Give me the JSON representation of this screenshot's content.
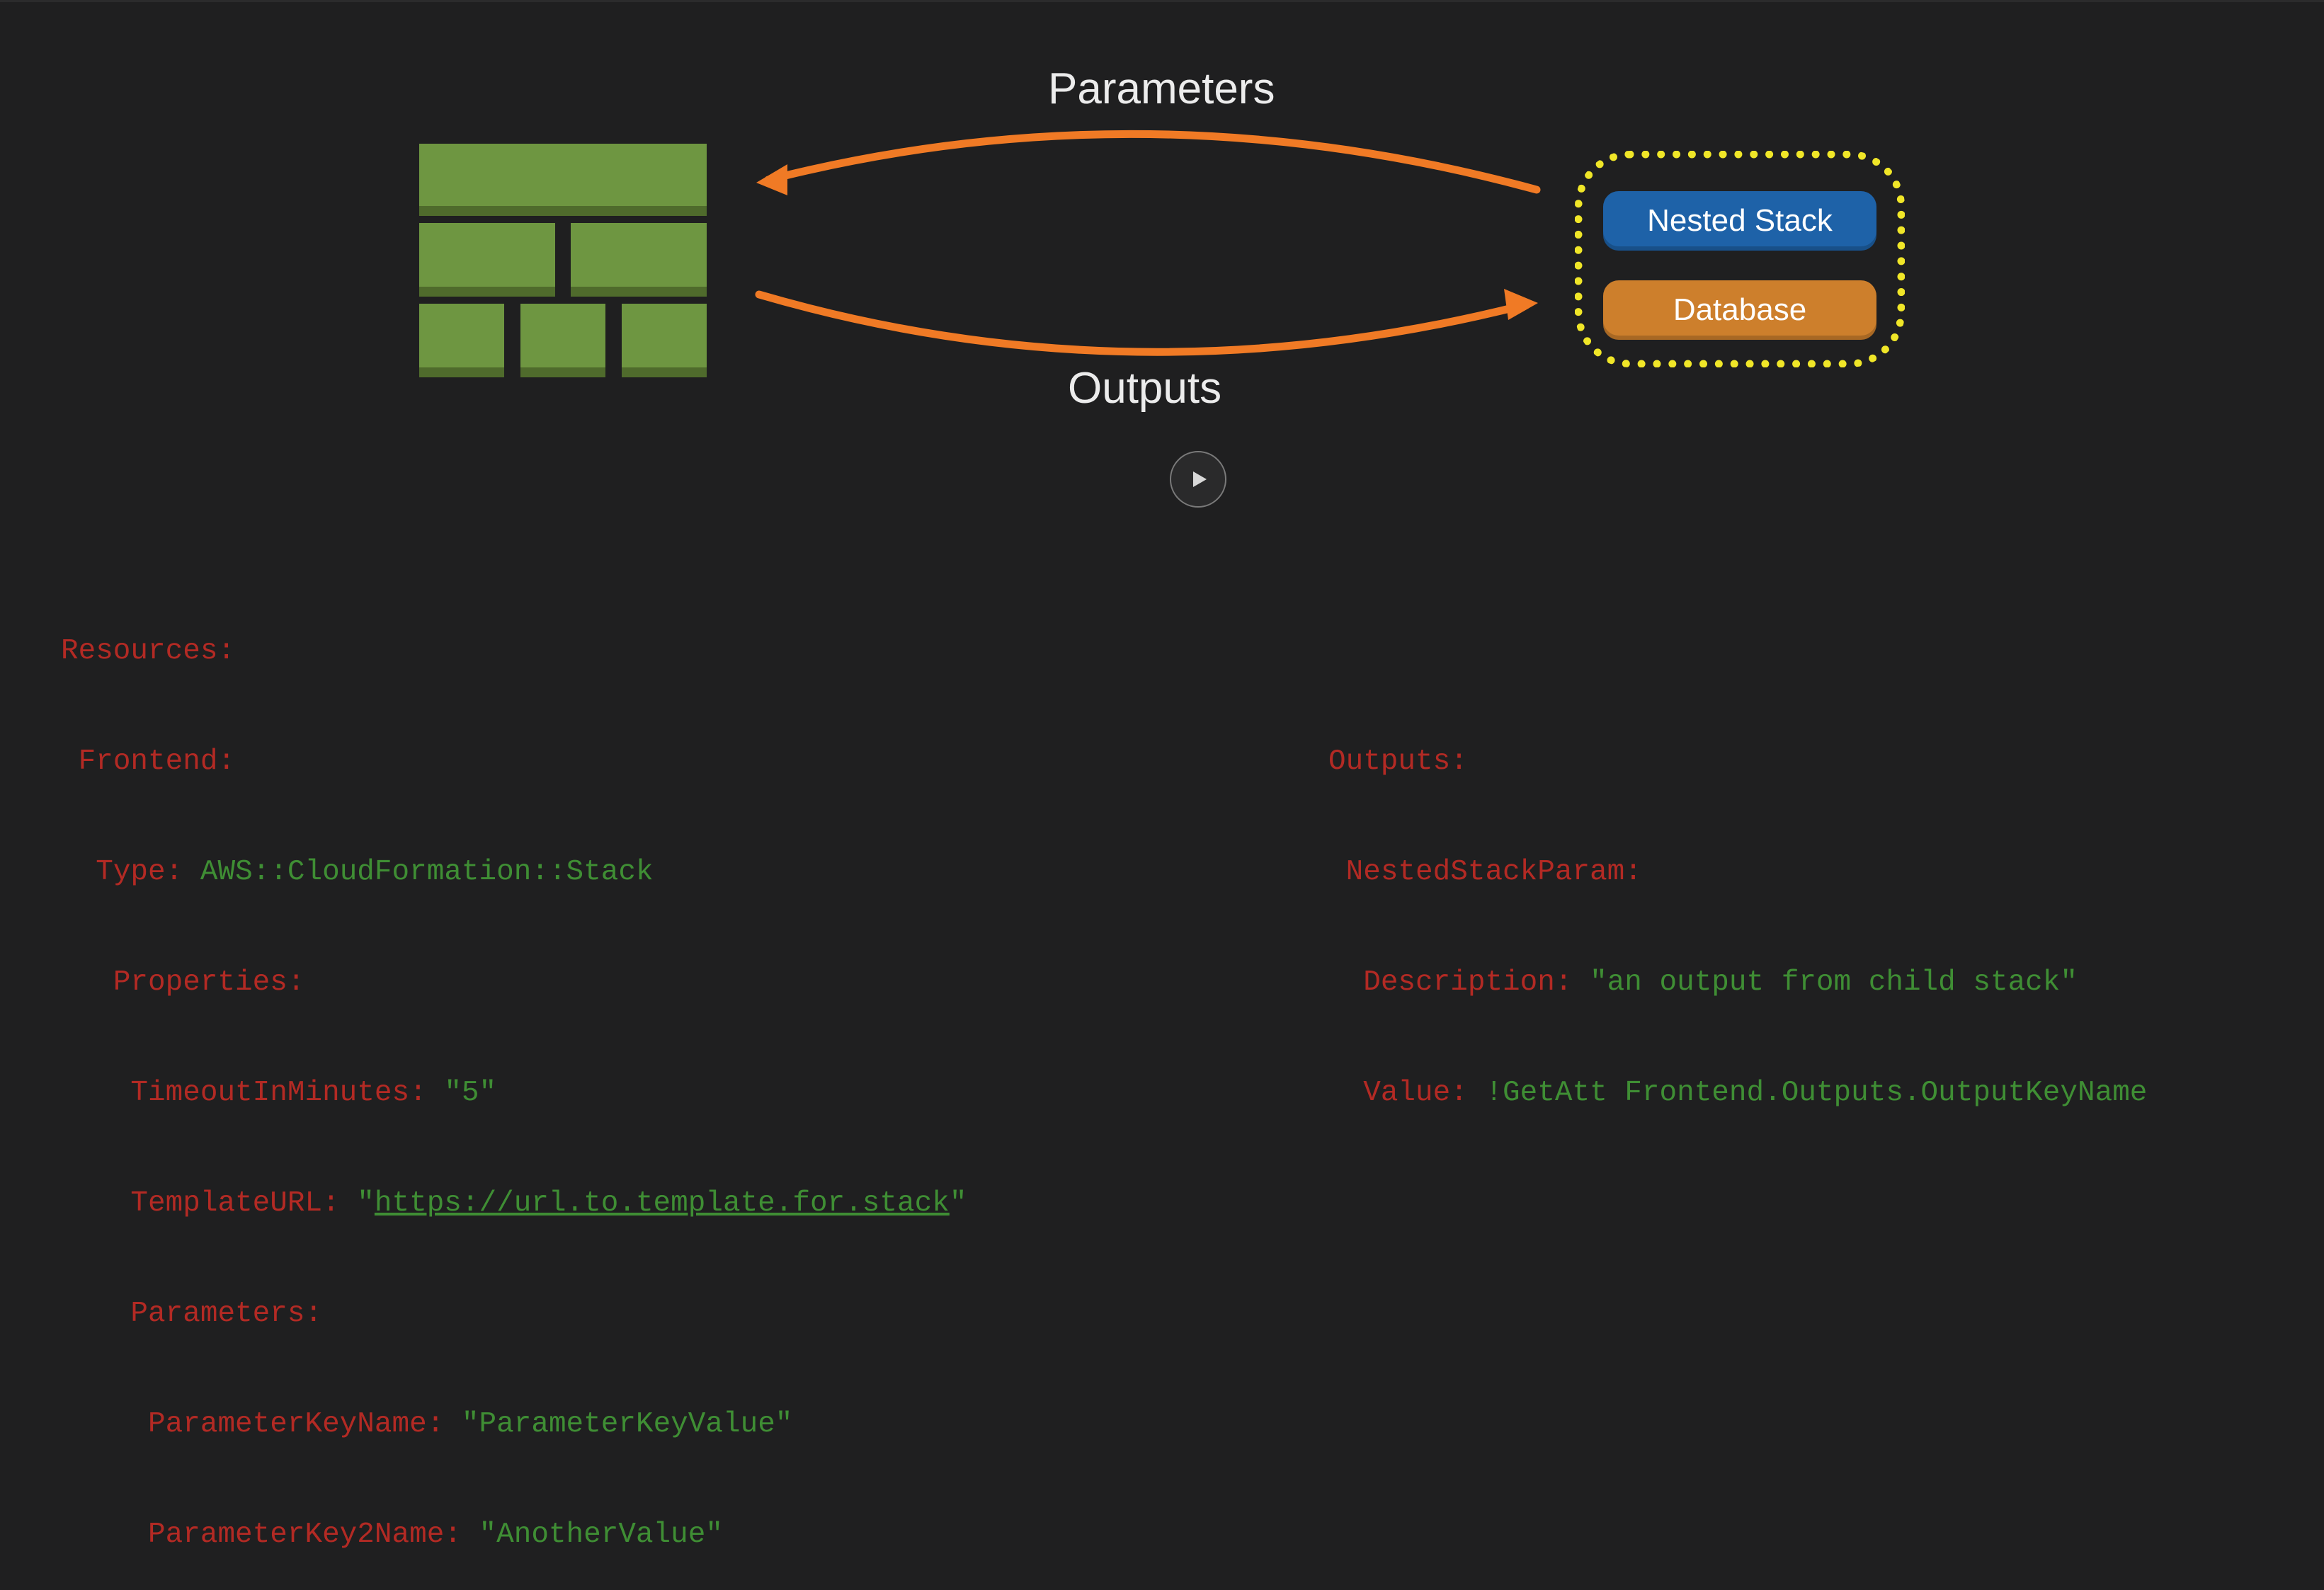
{
  "diagram": {
    "parameters_label": "Parameters",
    "outputs_label": "Outputs",
    "nested_stack_label": "Nested Stack",
    "database_label": "Database",
    "colors": {
      "background": "#1f1f20",
      "arrow": "#f07a25",
      "brick": "#6e9641",
      "dotted_border": "#f0e628",
      "nested_stack": "#1e62a8",
      "database": "#cd7f2c"
    }
  },
  "player": {
    "play_icon": "play-icon"
  },
  "code_left": {
    "resources": "Resources:",
    "frontend": "Frontend:",
    "type_key": "Type:",
    "type_value": "AWS::CloudFormation::Stack",
    "properties": "Properties:",
    "timeout_key": "TimeoutInMinutes:",
    "timeout_value": "\"5\"",
    "templateurl_key": "TemplateURL:",
    "templateurl_quote_open": "\"",
    "templateurl_value": "https://url.to.template.for.stack",
    "templateurl_quote_close": "\"",
    "parameters": "Parameters:",
    "param1_key": "ParameterKeyName:",
    "param1_value": "\"ParameterKeyValue\"",
    "param2_key": "ParameterKey2Name:",
    "param2_value": "\"AnotherValue\""
  },
  "code_right": {
    "outputs": "Outputs:",
    "nested_param": "NestedStackParam:",
    "description_key": "Description:",
    "description_value": "\"an output from child stack\"",
    "value_key": "Value:",
    "value_value": "!GetAtt Frontend.Outputs.OutputKeyName"
  }
}
